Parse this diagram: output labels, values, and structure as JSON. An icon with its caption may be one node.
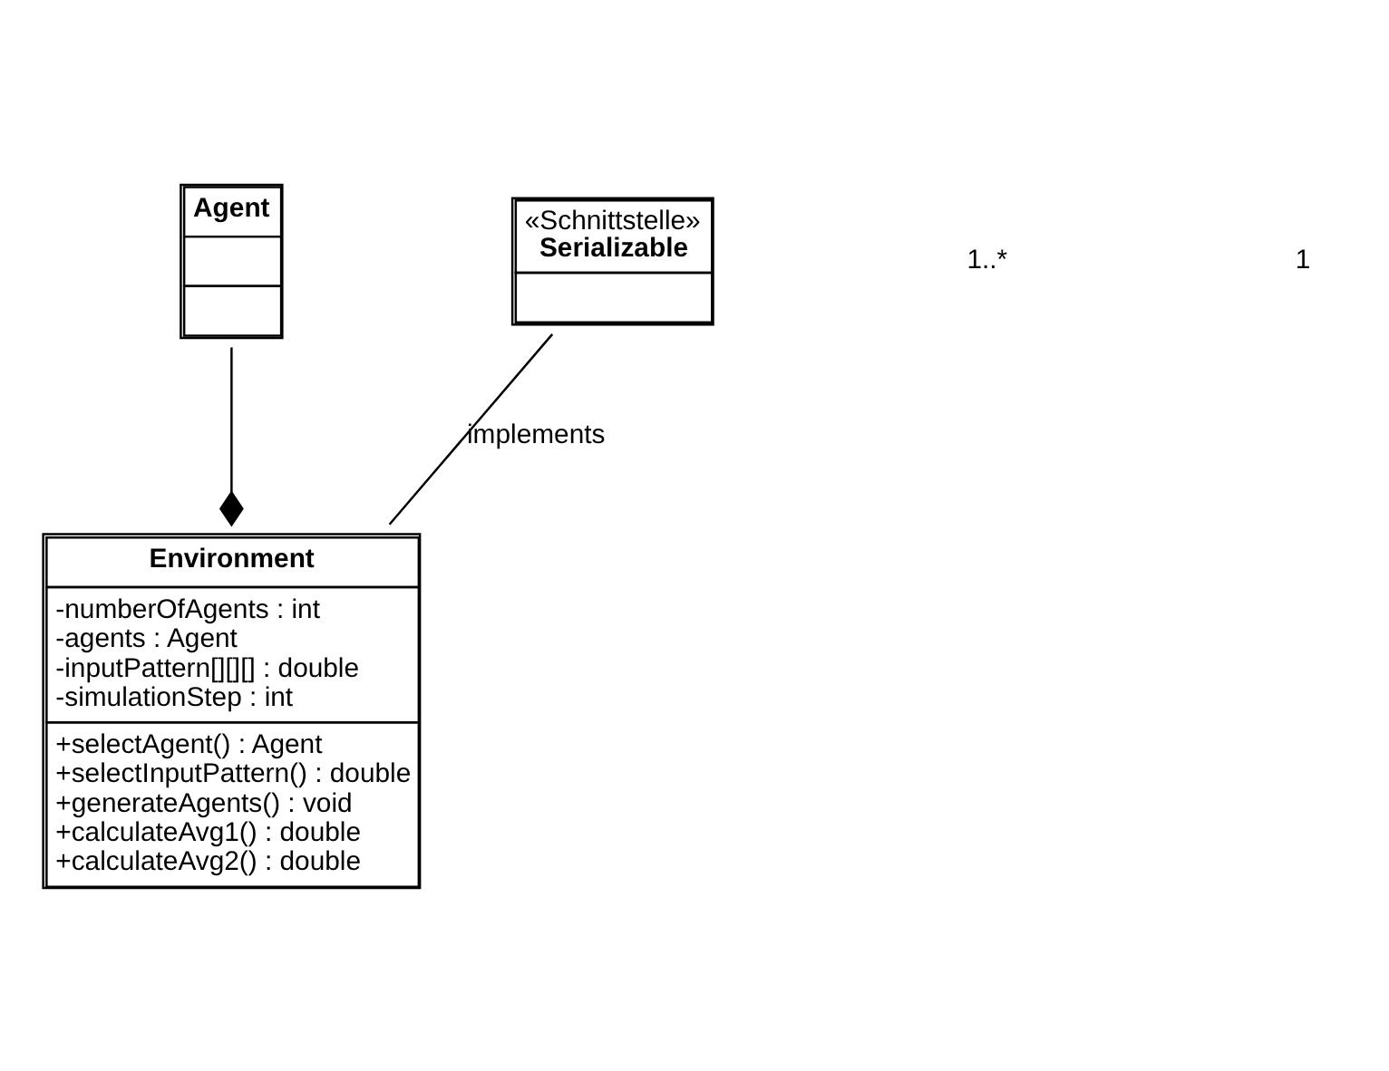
{
  "diagram": {
    "nodes": [
      {
        "text": [
          "Agent"
        ]
      },
      {
        "text": [
          "«Schnittstelle»",
          "Serializable"
        ]
      },
      {
        "text": [
          "Environment",
          "-numberOfAgents : int",
          "-agents : Agent",
          "-inputPattern[][][] : double",
          "-simulationStep : int",
          "+selectAgent() : Agent",
          "+selectInputPattern() : double",
          "+generateAgents() : void",
          "+calculateAvg1() : double",
          "+calculateAvg2() : double"
        ]
      }
    ],
    "edges": [
      {
        "from": 0,
        "to": 2,
        "arrow": "other"
      },
      {
        "from": 2,
        "to": 1,
        "arrow": "none",
        "label": "implements"
      }
    ],
    "labels": [
      "1..*",
      "1"
    ]
  }
}
